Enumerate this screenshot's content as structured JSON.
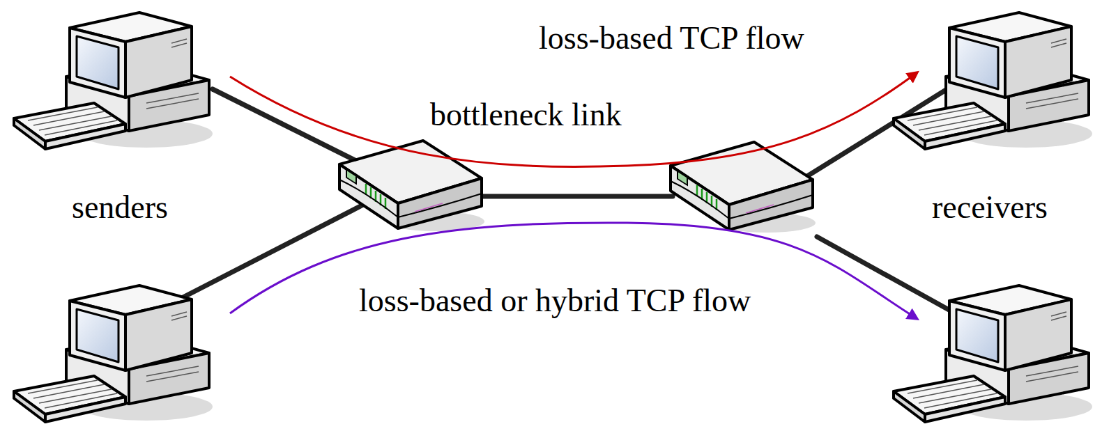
{
  "diagram": {
    "labels": [
      "loss-based TCP flow",
      "bottleneck link",
      "senders",
      "receivers",
      "loss-based or hybrid TCP flow"
    ]
  }
}
